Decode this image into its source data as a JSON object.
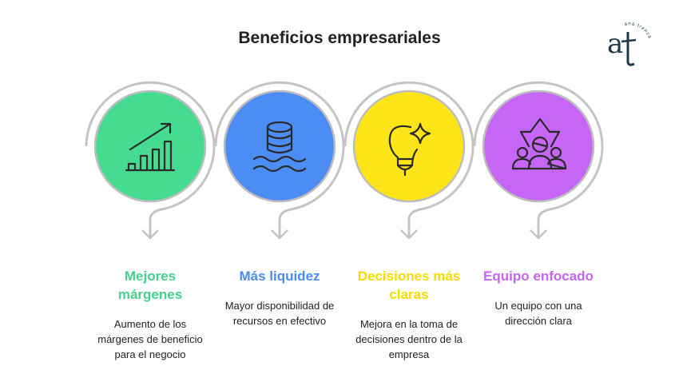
{
  "title": "Beneficios empresariales",
  "logo": {
    "text": "at",
    "tagline": "ana trenza",
    "color": "#1d3a4a"
  },
  "steps": [
    {
      "heading": "Mejores márgenes",
      "description": "Aumento de los márgenes de beneficio para el negocio",
      "color": "#45dc92",
      "text_color": "#45d08f",
      "icon": "growth-chart-icon"
    },
    {
      "heading": "Más liquidez",
      "description": "Mayor disponibilidad de recursos en efectivo",
      "color": "#4b8cf5",
      "text_color": "#4b8cf5",
      "icon": "database-water-icon"
    },
    {
      "heading": "Decisiones más claras",
      "description": "Mejora en la toma de decisiones dentro de la empresa",
      "color": "#ffe517",
      "text_color": "#f5dc00",
      "icon": "lightbulb-sparkle-icon"
    },
    {
      "heading": "Equipo enfocado",
      "description": "Un equipo con una dirección clara",
      "color": "#c566f7",
      "text_color": "#c566f7",
      "icon": "team-up-arrow-icon"
    }
  ]
}
